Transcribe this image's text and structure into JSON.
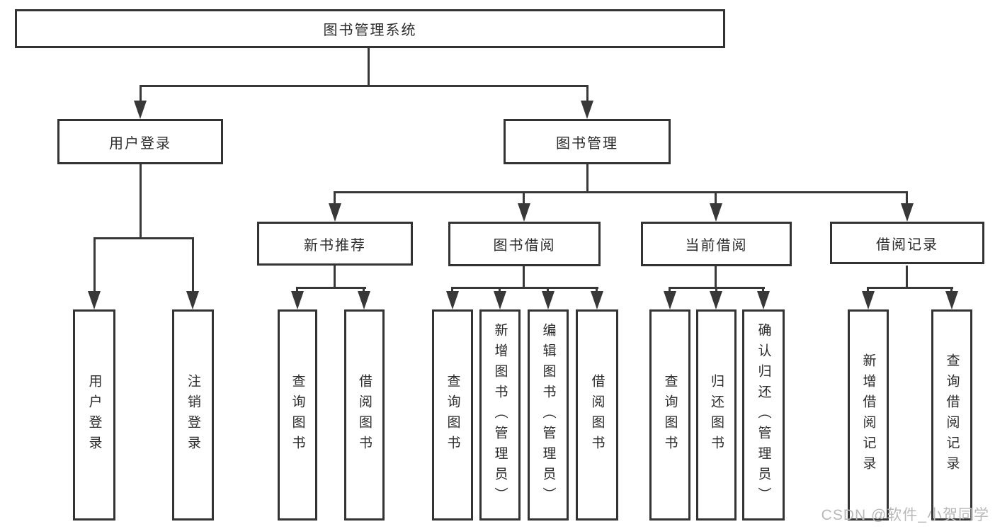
{
  "colors": {
    "line": "#383838",
    "border": "#333333",
    "text": "#2b2b2b",
    "watermark": "#b9b9b9"
  },
  "watermark": {
    "text": "CSDN @软件_小贺同学"
  },
  "tree": {
    "root": {
      "label": "图书管理系统"
    },
    "level2": [
      {
        "label": "用户登录"
      },
      {
        "label": "图书管理"
      }
    ],
    "level3": [
      {
        "label": "新书推荐"
      },
      {
        "label": "图书借阅"
      },
      {
        "label": "当前借阅"
      },
      {
        "label": "借阅记录"
      }
    ],
    "leaves": {
      "user_login": [
        "用户登录",
        "注销登录"
      ],
      "new_books": [
        "查询图书",
        "借阅图书"
      ],
      "book_borrow": [
        "查询图书",
        "新增图书（管理员）",
        "编辑图书（管理员）",
        "借阅图书"
      ],
      "current_borrow": [
        "查询图书",
        "归还图书",
        "确认归还（管理员）"
      ],
      "borrow_records": [
        "新增借阅记录",
        "查询借阅记录"
      ]
    }
  }
}
